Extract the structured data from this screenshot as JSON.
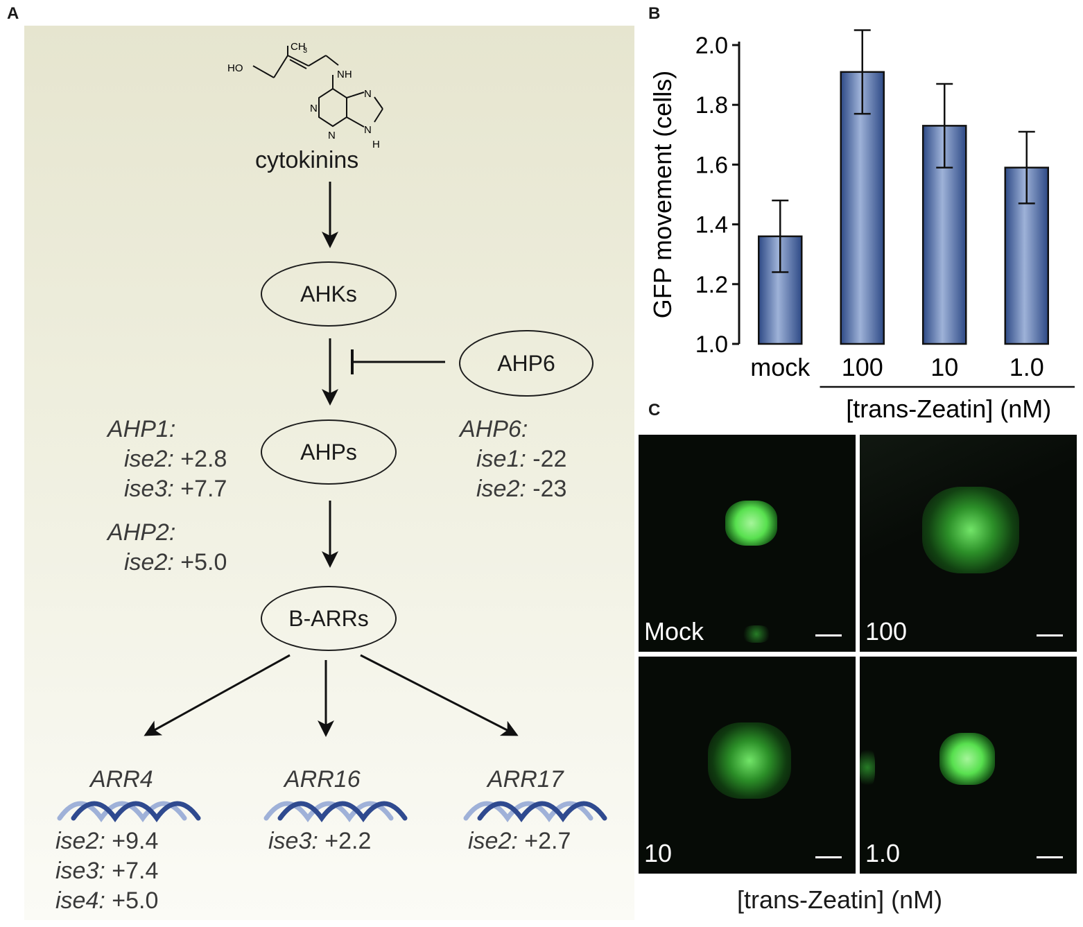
{
  "panel_a": {
    "letter": "A",
    "molecule": {
      "ch3": "CH",
      "ch3_sub": "3",
      "ho": "HO",
      "nh": "NH",
      "n1": "N",
      "n2": "N",
      "n3": "N",
      "n4": "N",
      "h": "H"
    },
    "cytokinins_label": "cytokinins",
    "nodes": {
      "ahks": "AHKs",
      "ahp6": "AHP6",
      "ahps": "AHPs",
      "barrs": "B-ARRs"
    },
    "colors": {
      "ahks": "#a6dedb",
      "ahp6": "#e7806b",
      "ahps": "#44a69e",
      "barrs": "#6e8b86"
    },
    "ahp1_block": {
      "title": "AHP1:",
      "lines": [
        {
          "mutant": "ise2:",
          "value": "+2.8"
        },
        {
          "mutant": "ise3:",
          "value": "+7.7"
        }
      ]
    },
    "ahp2_block": {
      "title": "AHP2:",
      "lines": [
        {
          "mutant": "ise2:",
          "value": "+5.0"
        }
      ]
    },
    "ahp6_block": {
      "title": "AHP6:",
      "lines": [
        {
          "mutant": "ise1:",
          "value": "-22"
        },
        {
          "mutant": "ise2:",
          "value": "-23"
        }
      ]
    },
    "targets": [
      {
        "gene": "ARR4",
        "lines": [
          {
            "mutant": "ise2:",
            "value": "+9.4"
          },
          {
            "mutant": "ise3:",
            "value": "+7.4"
          },
          {
            "mutant": "ise4:",
            "value": "+5.0"
          }
        ]
      },
      {
        "gene": "ARR16",
        "lines": [
          {
            "mutant": "ise3:",
            "value": "+2.2"
          }
        ]
      },
      {
        "gene": "ARR17",
        "lines": [
          {
            "mutant": "ise2:",
            "value": "+2.7"
          }
        ]
      }
    ]
  },
  "panel_b": {
    "letter": "B",
    "chart_data": {
      "type": "bar",
      "categories": [
        "mock",
        "100",
        "10",
        "1.0"
      ],
      "values": [
        1.36,
        1.91,
        1.73,
        1.59
      ],
      "errors": [
        0.12,
        0.14,
        0.14,
        0.12
      ],
      "significance": [
        "",
        "**",
        "",
        ""
      ],
      "ylabel": "GFP movement (cells)",
      "xlabel": "[trans-Zeatin] (nM)",
      "ylim": [
        1.0,
        2.0
      ],
      "yticks": [
        "1.0",
        "1.2",
        "1.4",
        "1.6",
        "1.8",
        "2.0"
      ],
      "bar_color": "#3c5a98"
    }
  },
  "panel_c": {
    "letter": "C",
    "images": [
      {
        "label": "Mock"
      },
      {
        "label": "100"
      },
      {
        "label": "10"
      },
      {
        "label": "1.0"
      }
    ],
    "xlabel": "[trans-Zeatin] (nM)",
    "gfp_color": "#3ddc3a"
  }
}
